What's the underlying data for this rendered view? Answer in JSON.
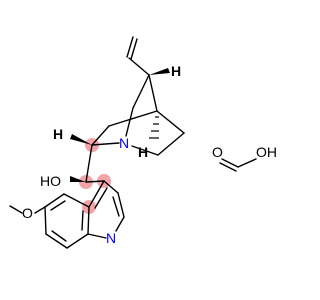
{
  "colors": {
    "highlight": "#f4a3a8",
    "nitrogen": "#0000ff",
    "bond": "#000000"
  },
  "labels": {
    "h_top": "H",
    "h_left": "H",
    "n_bridge": "N",
    "h_bridge": "H",
    "ho": "HO",
    "o_methoxy": "O",
    "n_quinoline": "N",
    "formic_o_double": "O",
    "formic_oh": "OH"
  }
}
